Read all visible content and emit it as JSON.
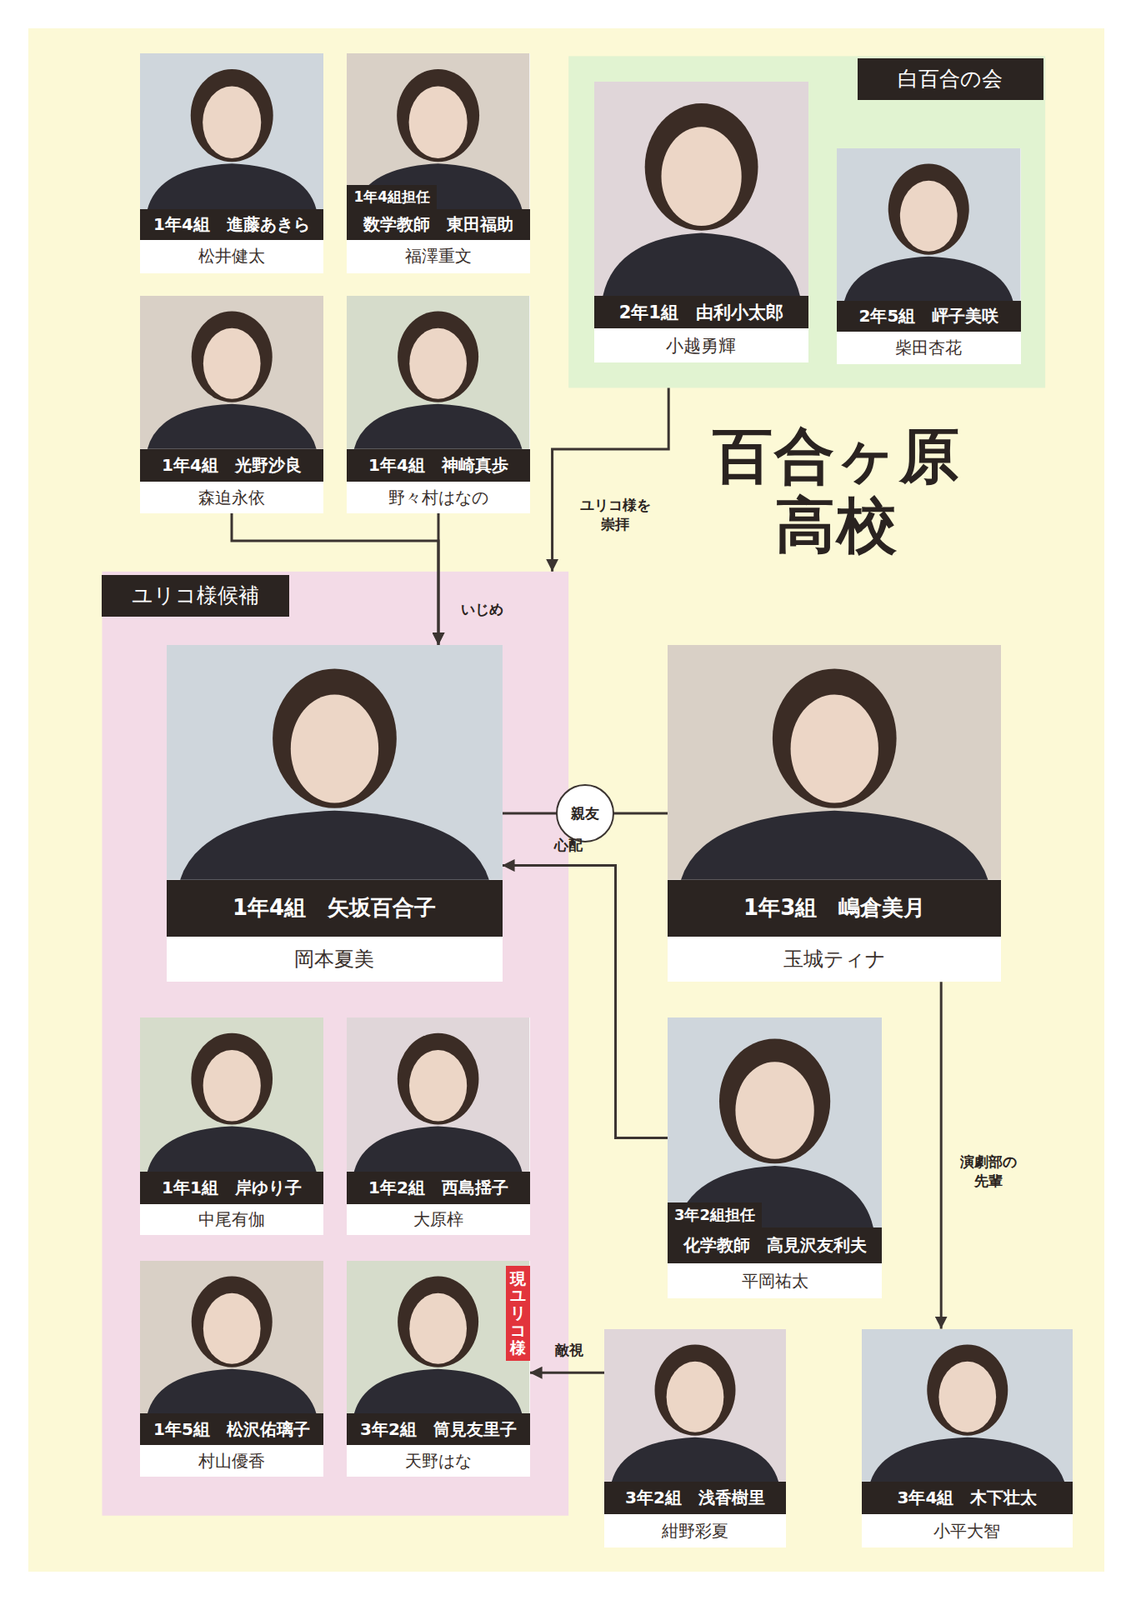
{
  "diagram": {
    "title": "百合ヶ原 高校",
    "nodes": [
      {
        "text": [
          "1年4組　進藤あきら",
          "松井健太"
        ]
      },
      {
        "text": [
          "1年4組担任",
          "数学教師　東田福助",
          "福澤重文"
        ]
      },
      {
        "text": [
          "白百合の会"
        ]
      },
      {
        "text": [
          "2年1組　由利小太郎",
          "小越勇輝"
        ],
        "in": 2
      },
      {
        "text": [
          "2年5組　岼子美咲",
          "柴田杏花"
        ],
        "in": 2
      },
      {
        "text": [
          "1年4組　光野沙良",
          "森迫永依"
        ]
      },
      {
        "text": [
          "1年4組　神崎真歩",
          "野々村はなの"
        ]
      },
      {
        "text": [
          "ユリコ様候補"
        ]
      },
      {
        "text": [
          "1年4組　矢坂百合子",
          "岡本夏美"
        ],
        "in": 7
      },
      {
        "text": [
          "1年3組　嶋倉美月",
          "玉城ティナ"
        ]
      },
      {
        "text": [
          "1年1組　岸ゆり子",
          "中尾有伽"
        ],
        "in": 7
      },
      {
        "text": [
          "1年2組　西島揺子",
          "大原梓"
        ],
        "in": 7
      },
      {
        "text": [
          "3年2組担任",
          "化学教師　高見沢友利夫",
          "平岡祐太"
        ]
      },
      {
        "text": [
          "1年5組　松沢佑璃子",
          "村山優香"
        ],
        "in": 7
      },
      {
        "text": [
          "3年2組　筒見友里子",
          "天野はな",
          "現ユリコ様"
        ],
        "in": 7
      },
      {
        "text": [
          "3年2組　浅香樹里",
          "紺野彩夏"
        ]
      },
      {
        "text": [
          "3年4組　木下壮太",
          "小平大智"
        ]
      }
    ],
    "edges": [
      {
        "from": 5,
        "to": 8,
        "arrow": "to"
      },
      {
        "from": 6,
        "to": 8,
        "arrow": "to",
        "label": "いじめ"
      },
      {
        "from": 2,
        "to": 7,
        "arrow": "to",
        "label": "ユリコ様を 崇拝"
      },
      {
        "from": 8,
        "to": 9,
        "arrow": "none",
        "label": "親友"
      },
      {
        "from": 12,
        "to": 8,
        "arrow": "to",
        "label": "心配"
      },
      {
        "from": 9,
        "to": 16,
        "arrow": "to",
        "label": "演劇部の 先輩"
      },
      {
        "from": 15,
        "to": 14,
        "arrow": "to",
        "label": "敵視"
      }
    ]
  }
}
